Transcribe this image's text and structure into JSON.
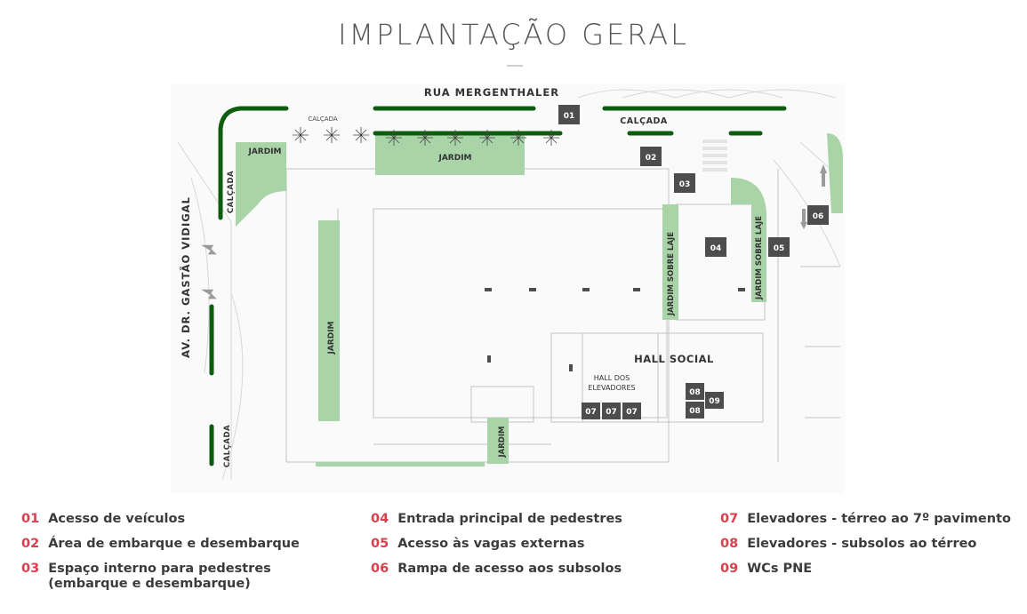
{
  "page": {
    "title": "IMPLANTAÇÃO GERAL"
  },
  "plan": {
    "streets": {
      "top": "RUA MERGENTHALER",
      "left": "AV. DR. GASTÃO VIDIGAL"
    },
    "areas": {
      "calcada_top_small": "CALÇADA",
      "calcada_top_right": "CALÇADA",
      "calcada_left_upper": "CALÇADA",
      "calcada_left_lower": "CALÇADA",
      "jardim_top_left": "JARDIM",
      "jardim_top_center": "JARDIM",
      "jardim_left": "JARDIM",
      "jardim_bottom": "JARDIM",
      "jardim_sobre_laje_1": "JARDIM SOBRE LAJE",
      "jardim_sobre_laje_2": "JARDIM SOBRE LAJE",
      "hall_social": "HALL SOCIAL",
      "hall_elevadores": "HALL DOS\nELEVADORES"
    },
    "markers": [
      "01",
      "02",
      "03",
      "04",
      "05",
      "06",
      "07",
      "07",
      "07",
      "08",
      "08",
      "09"
    ],
    "colors": {
      "garden": "#a9d4a7",
      "hedge": "#0e5c0e",
      "marker": "#4d4d4d",
      "line": "#bdbdbd"
    }
  },
  "legend": {
    "accent_color": "#d9404f",
    "items": [
      {
        "num": "01",
        "text": "Acesso de veículos"
      },
      {
        "num": "02",
        "text": "Área de embarque e desembarque"
      },
      {
        "num": "03",
        "text": "Espaço interno para pedestres\n(embarque e desembarque)"
      },
      {
        "num": "04",
        "text": "Entrada principal de pedestres"
      },
      {
        "num": "05",
        "text": "Acesso às vagas externas"
      },
      {
        "num": "06",
        "text": "Rampa de acesso aos subsolos"
      },
      {
        "num": "07",
        "text": "Elevadores - térreo ao 7º pavimento"
      },
      {
        "num": "08",
        "text": "Elevadores - subsolos ao térreo"
      },
      {
        "num": "09",
        "text": "WCs PNE"
      }
    ]
  }
}
